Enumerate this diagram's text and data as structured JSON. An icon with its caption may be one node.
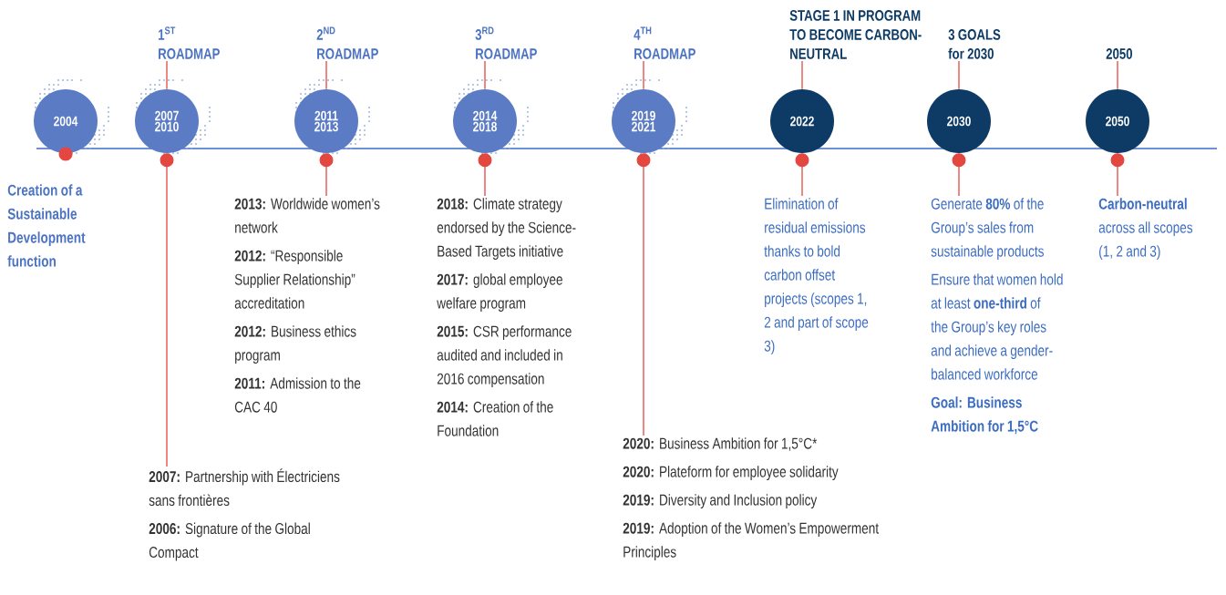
{
  "diagram": {
    "nodes": [
      {
        "text": [
          "2004"
        ]
      },
      {
        "text": [
          "Creation of a Sustainable Development function"
        ]
      },
      {
        "text": [
          "1$^{ST}$ ROADMAP"
        ]
      },
      {
        "text": [
          "2007 2010"
        ]
      },
      {
        "text": [
          "**2007:** Partnership with Électriciens sans frontières",
          "**2006:** Signature of the Global Compact"
        ]
      },
      {
        "text": [
          "2$^{ND}$ ROADMAP"
        ]
      },
      {
        "text": [
          "2011 2013"
        ]
      },
      {
        "text": [
          "**2013:** Worldwide women’s network",
          "**2012:** “Responsible Supplier Relationship” accreditation",
          "**2012:** Business ethics program",
          "**2011:** Admission to the CAC 40"
        ]
      },
      {
        "text": [
          "3$^{RD}$ ROADMAP"
        ]
      },
      {
        "text": [
          "2014 2018"
        ]
      },
      {
        "text": [
          "**2018:** Climate strategy endorsed by the Science-Based Targets initiative",
          "**2017:** global employee welfare program",
          "**2015:** CSR performance audited and included in 2016 compensation",
          "**2014:** Creation of the Foundation"
        ]
      },
      {
        "text": [
          "4$^{TH}$ ROADMAP"
        ]
      },
      {
        "text": [
          "2019 2021"
        ]
      },
      {
        "text": [
          "**2020:** Business Ambition for 1,5°C*",
          "**2020:** Plateform for employee solidarity",
          "**2019:** Diversity and Inclusion policy",
          "**2019:** Adoption of the Women’s Empowerment Principles"
        ]
      },
      {
        "text": [
          "STAGE 1 IN PROGRAM TO BECOME CARBON-NEUTRAL"
        ]
      },
      {
        "text": [
          "2022"
        ]
      },
      {
        "text": [
          "Elimination of residual emissions thanks to bold carbon offset projects (scopes 1, 2 and part of scope 3)"
        ]
      },
      {
        "text": [
          "3 GOALS for 2030"
        ]
      },
      {
        "text": [
          "2030"
        ]
      },
      {
        "text": [
          "Generate **80%** of the Group’s sales from sustainable products",
          "Ensure that women hold at least **one-third** of the Group’s key roles and achieve a gender-balanced workforce",
          "**Goal: Business Ambition for 1,5°C**"
        ]
      },
      {
        "text": [
          "2050"
        ]
      },
      {
        "text": [
          "2050"
        ]
      },
      {
        "text": [
          "**Carbon-neutral** across all scopes (1, 2 and 3)"
        ]
      }
    ],
    "edges": [
      {
        "from": 2,
        "to": 3,
        "arrow": "none"
      },
      {
        "from": 3,
        "to": 4,
        "arrow": "other"
      },
      {
        "from": 5,
        "to": 6,
        "arrow": "none"
      },
      {
        "from": 6,
        "to": 7,
        "arrow": "other"
      },
      {
        "from": 8,
        "to": 9,
        "arrow": "none"
      },
      {
        "from": 9,
        "to": 10,
        "arrow": "other"
      },
      {
        "from": 11,
        "to": 12,
        "arrow": "none"
      },
      {
        "from": 12,
        "to": 13,
        "arrow": "other"
      },
      {
        "from": 14,
        "to": 15,
        "arrow": "none"
      },
      {
        "from": 15,
        "to": 16,
        "arrow": "other"
      },
      {
        "from": 17,
        "to": 18,
        "arrow": "none"
      },
      {
        "from": 18,
        "to": 19,
        "arrow": "other"
      },
      {
        "from": 20,
        "to": 21,
        "arrow": "none"
      },
      {
        "from": 21,
        "to": 22,
        "arrow": "other"
      }
    ]
  }
}
